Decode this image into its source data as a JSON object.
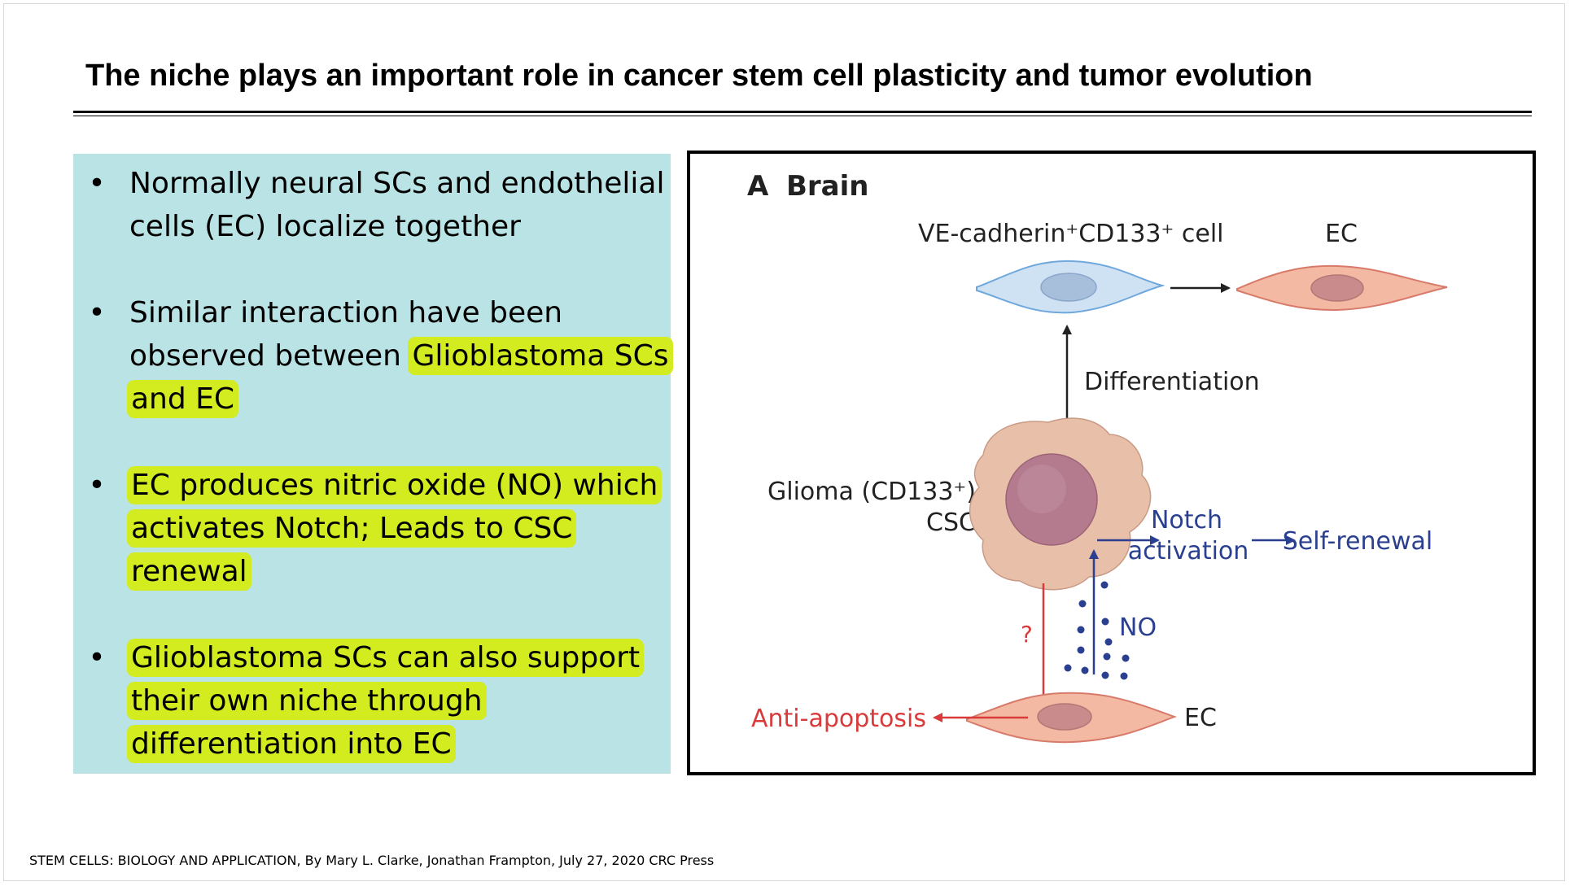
{
  "slide": {
    "title": "The niche plays an important role in cancer stem cell plasticity and tumor evolution",
    "footer": "STEM CELLS: BIOLOGY AND APPLICATION, By Mary L. Clarke, Jonathan Frampton, July 27, 2020 CRC Press"
  },
  "bullets": [
    {
      "dot": "•",
      "lines": [
        {
          "plain": "Normally neural SCs and endothelial",
          "hl": ""
        },
        {
          "plain": "cells (EC) localize together",
          "hl": ""
        }
      ]
    },
    {
      "dot": "•",
      "lines": [
        {
          "plain": "Similar interaction have been",
          "hl": ""
        },
        {
          "plain": "observed between ",
          "hl": "Glioblastoma SCs"
        },
        {
          "plain": "",
          "hl": "and EC"
        }
      ]
    },
    {
      "dot": "•",
      "lines": [
        {
          "plain": "",
          "hl": "EC produces nitric oxide (NO) which"
        },
        {
          "plain": "",
          "hl": "activates Notch; Leads to CSC"
        },
        {
          "plain": "",
          "hl": "renewal"
        }
      ]
    },
    {
      "dot": "•",
      "lines": [
        {
          "plain": "",
          "hl": "Glioblastoma SCs can also support"
        },
        {
          "plain": "",
          "hl": "their own niche through"
        },
        {
          "plain": "",
          "hl": "differentiation into EC"
        }
      ]
    }
  ],
  "diagram": {
    "panel_letter": "A",
    "panel_title": "Brain",
    "ve_cell_label": "VE-cadherin⁺CD133⁺ cell",
    "ec_top_label": "EC",
    "differentiation_label": "Differentiation",
    "glioma_label_line1": "Glioma (CD133⁺)",
    "glioma_label_line2": "CSC",
    "notch_line1": "Notch",
    "notch_line2": "activation",
    "self_renewal_label": "Self-renewal",
    "question_mark": "?",
    "no_label": "NO",
    "anti_apoptosis_label": "Anti-apoptosis",
    "ec_bottom_label": "EC",
    "colors": {
      "ve_cell_fill": "#cfe2f3",
      "ve_cell_stroke": "#6fa8dc",
      "ve_nucleus": "#a8bfdc",
      "ec_fill": "#f4b9a2",
      "ec_stroke": "#d87a6a",
      "ec_nucleus": "#c98b8b",
      "csc_fill": "#e8bfa8",
      "csc_nucleus": "#b47a8e",
      "blue": "#2a3f8f",
      "red": "#d93a3a",
      "black": "#222222"
    }
  }
}
